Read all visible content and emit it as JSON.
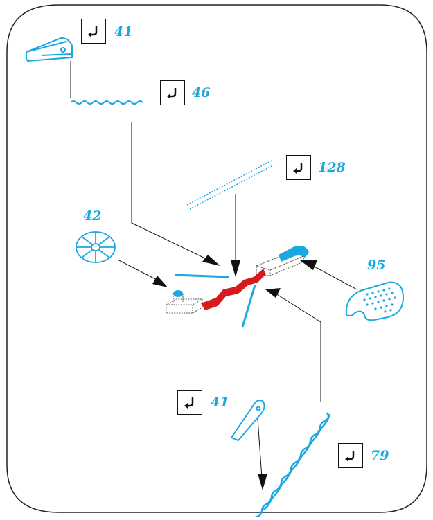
{
  "colors": {
    "part": "#1aa8e0",
    "assembly_highlight": "#d71920",
    "callout_line": "#111111",
    "frame": "#222222",
    "label": "#1aa8e0"
  },
  "callouts": [
    {
      "number": "41",
      "bend_icon": "bend-arrow-icon",
      "has_bend_box": true
    },
    {
      "number": "46",
      "bend_icon": "bend-arrow-icon",
      "has_bend_box": true
    },
    {
      "number": "128",
      "bend_icon": "bend-arrow-icon",
      "has_bend_box": true
    },
    {
      "number": "42",
      "has_bend_box": false
    },
    {
      "number": "95",
      "has_bend_box": false
    },
    {
      "number": "41",
      "bend_icon": "bend-arrow-icon",
      "has_bend_box": true
    },
    {
      "number": "79",
      "bend_icon": "bend-arrow-icon",
      "has_bend_box": true
    }
  ]
}
